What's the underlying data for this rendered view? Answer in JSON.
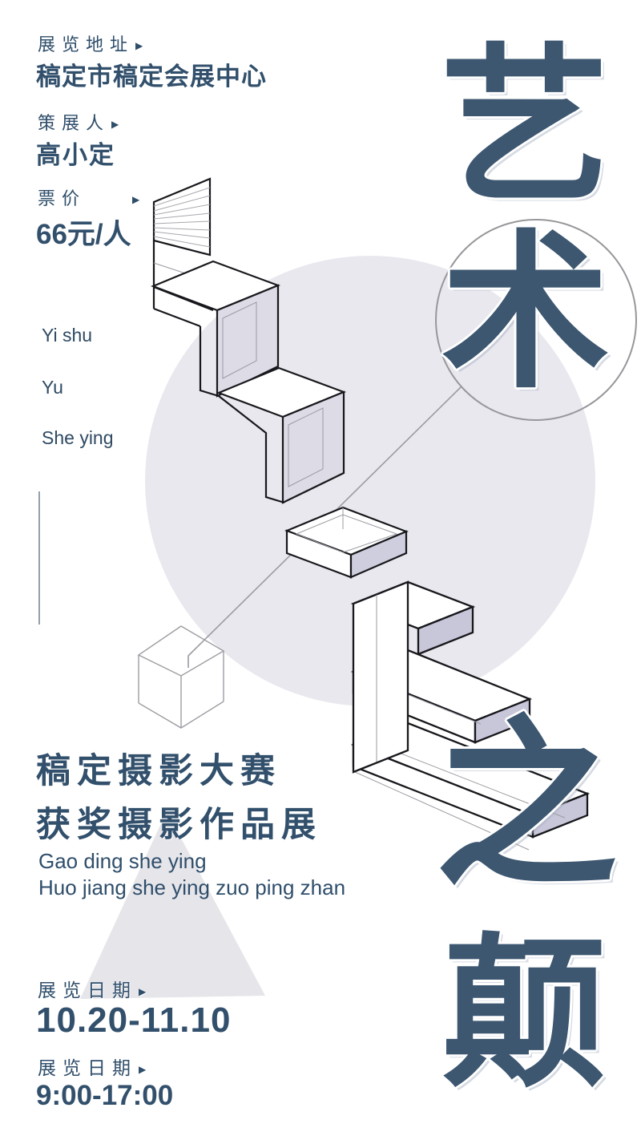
{
  "colors": {
    "ink": "#3d5771",
    "label": "#2f4e6b",
    "wire": "#17181c",
    "thin_line": "#9b9ba3",
    "lavender_face": "#dcdbe6",
    "lavender_cap": "#c8c6d9",
    "circle_fill": "#e9e8ee",
    "triangle_fill": "#e5e5ea",
    "ring_stroke": "#97979c"
  },
  "info": {
    "arrow": "▶",
    "address_label": "展览地址",
    "address": "稿定市稿定会展中心",
    "curator_label": "策展人",
    "curator": "高小定",
    "price_label": "票价",
    "price": "66元/人"
  },
  "pinyin_side": {
    "line1": "Yi shu",
    "line2": "Yu",
    "line3": "She ying"
  },
  "hero": {
    "chars": [
      "艺",
      "术",
      "之",
      "颠"
    ]
  },
  "event": {
    "title_line1": "稿定摄影大赛",
    "title_line2": "获奖摄影作品展",
    "subtitle_line1": "Gao ding she ying",
    "subtitle_line2": "Huo jiang she ying zuo ping zhan",
    "date_label": "展览日期",
    "date": "10.20-11.10",
    "time_label": "展览日期",
    "time": "9:00-17:00"
  }
}
